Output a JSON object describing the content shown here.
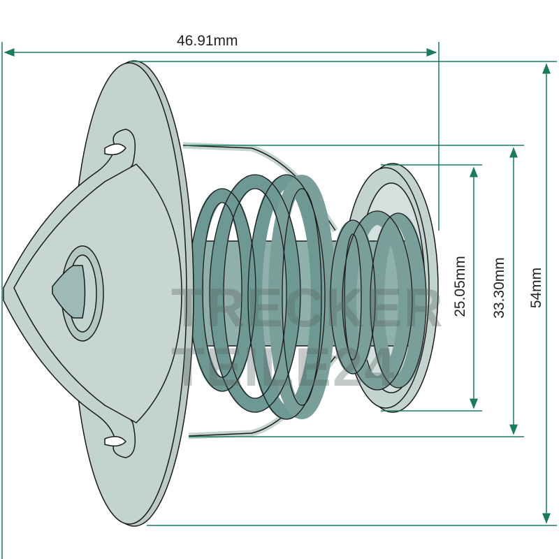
{
  "dimensions": {
    "overall_length": "46.91mm",
    "flange_diameter": "54mm",
    "cage_diameter": "33.30mm",
    "valve_diameter": "25.05mm"
  },
  "watermark": {
    "line1": "TRECKER",
    "line2": "TEILE24"
  },
  "colors": {
    "dimension": "#1b7a5f",
    "body": "#c3d3cf",
    "spring": "#6e9893",
    "outline": "#1a1a1a"
  }
}
